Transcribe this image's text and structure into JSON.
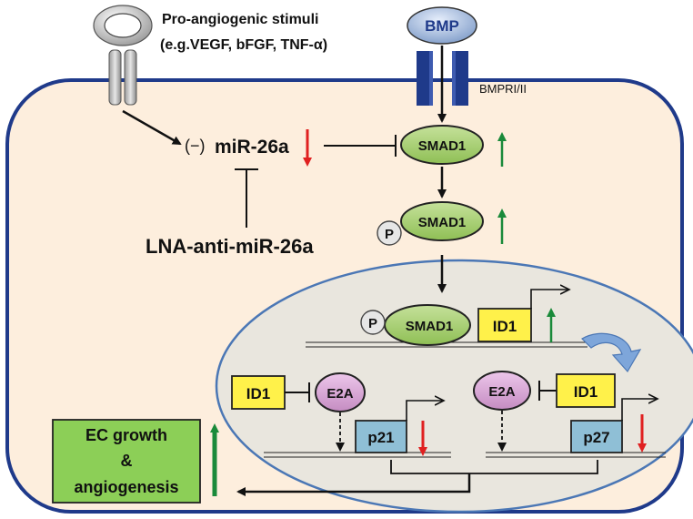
{
  "stimuli": {
    "line1": "Pro-angiogenic stimuli",
    "line2": "(e.g.VEGF, bFGF, TNF-α)"
  },
  "bmp": {
    "label": "BMP",
    "receptor_label": "BMPRI/II"
  },
  "mirna": {
    "minus": "(−)",
    "label": "miR-26a"
  },
  "inhibitor": {
    "label": "LNA-anti-miR-26a"
  },
  "smad": {
    "label": "SMAD1",
    "phospho_label": "P"
  },
  "genes": {
    "id1": "ID1",
    "e2a": "E2A",
    "p21": "p21",
    "p27": "p27"
  },
  "outcome": {
    "line1": "EC growth",
    "line2": "&",
    "line3": "angiogenesis"
  },
  "colors": {
    "cell_fill": "#fdeedd",
    "cell_border": "#1f3a8a",
    "nucleus_fill": "#e9e6de",
    "nucleus_border": "#4b77b5",
    "smad_fill": "#a9cc73",
    "e2a_fill": "#d9a7d6",
    "id1_fill": "#fff14a",
    "p_box_fill": "#8fbfd6",
    "outcome_fill": "#8ccf57",
    "arrow_up": "#1a8a3a",
    "arrow_down": "#e02020",
    "receptor_bmp": "#1f3a8a",
    "bmp_fill": "#b9c9e6",
    "curved_arrow": "#7ea6da"
  }
}
